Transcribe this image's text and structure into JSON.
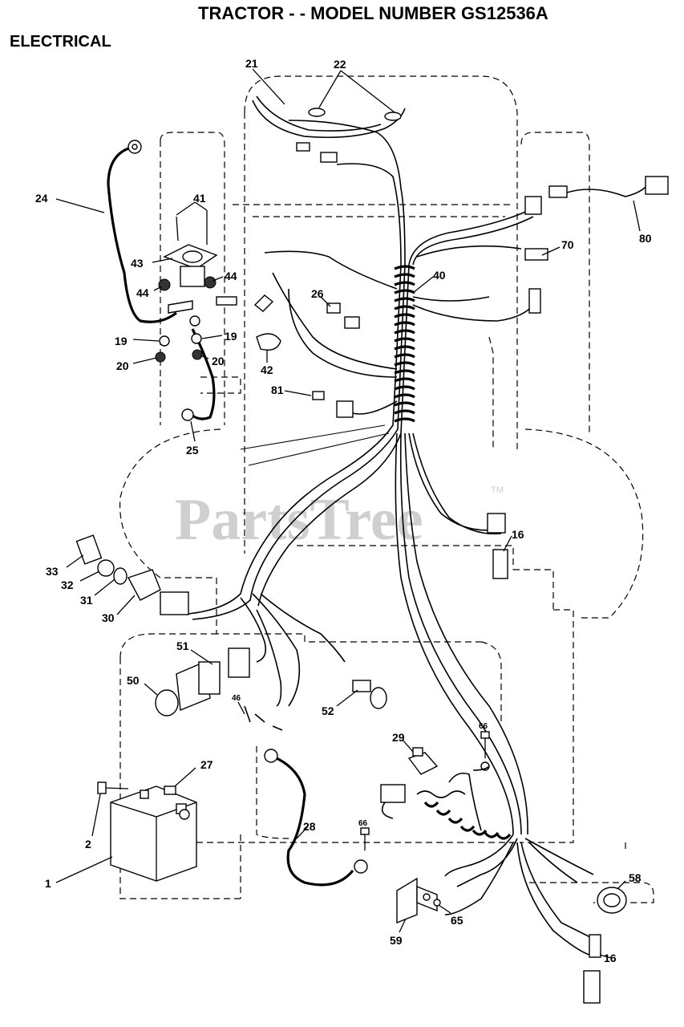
{
  "header": {
    "title": "TRACTOR - - MODEL NUMBER GS12536A",
    "section": "ELECTRICAL"
  },
  "watermark": {
    "text": "PartsTree",
    "trademark": "TM"
  },
  "callouts": [
    {
      "id": "c21",
      "text": "21"
    },
    {
      "id": "c22",
      "text": "22"
    },
    {
      "id": "c24",
      "text": "24"
    },
    {
      "id": "c41",
      "text": "41"
    },
    {
      "id": "c43",
      "text": "43"
    },
    {
      "id": "c44a",
      "text": "44"
    },
    {
      "id": "c44b",
      "text": "44"
    },
    {
      "id": "c19a",
      "text": "19"
    },
    {
      "id": "c19b",
      "text": "19"
    },
    {
      "id": "c20a",
      "text": "20"
    },
    {
      "id": "c20b",
      "text": "20"
    },
    {
      "id": "c25",
      "text": "25"
    },
    {
      "id": "c26",
      "text": "26"
    },
    {
      "id": "c42",
      "text": "42"
    },
    {
      "id": "c81",
      "text": "81"
    },
    {
      "id": "c40",
      "text": "40"
    },
    {
      "id": "c70",
      "text": "70"
    },
    {
      "id": "c80",
      "text": "80"
    },
    {
      "id": "c16a",
      "text": "16"
    },
    {
      "id": "c33",
      "text": "33"
    },
    {
      "id": "c32",
      "text": "32"
    },
    {
      "id": "c31",
      "text": "31"
    },
    {
      "id": "c30",
      "text": "30"
    },
    {
      "id": "c51",
      "text": "51"
    },
    {
      "id": "c50",
      "text": "50"
    },
    {
      "id": "c46",
      "text": "46"
    },
    {
      "id": "c52",
      "text": "52"
    },
    {
      "id": "c29",
      "text": "29"
    },
    {
      "id": "c66a",
      "text": "66"
    },
    {
      "id": "c66b",
      "text": "66"
    },
    {
      "id": "c27",
      "text": "27"
    },
    {
      "id": "c2",
      "text": "2"
    },
    {
      "id": "c1",
      "text": "1"
    },
    {
      "id": "c28",
      "text": "28"
    },
    {
      "id": "c58",
      "text": "58"
    },
    {
      "id": "c65",
      "text": "65"
    },
    {
      "id": "c59",
      "text": "59"
    },
    {
      "id": "c16b",
      "text": "16"
    }
  ]
}
